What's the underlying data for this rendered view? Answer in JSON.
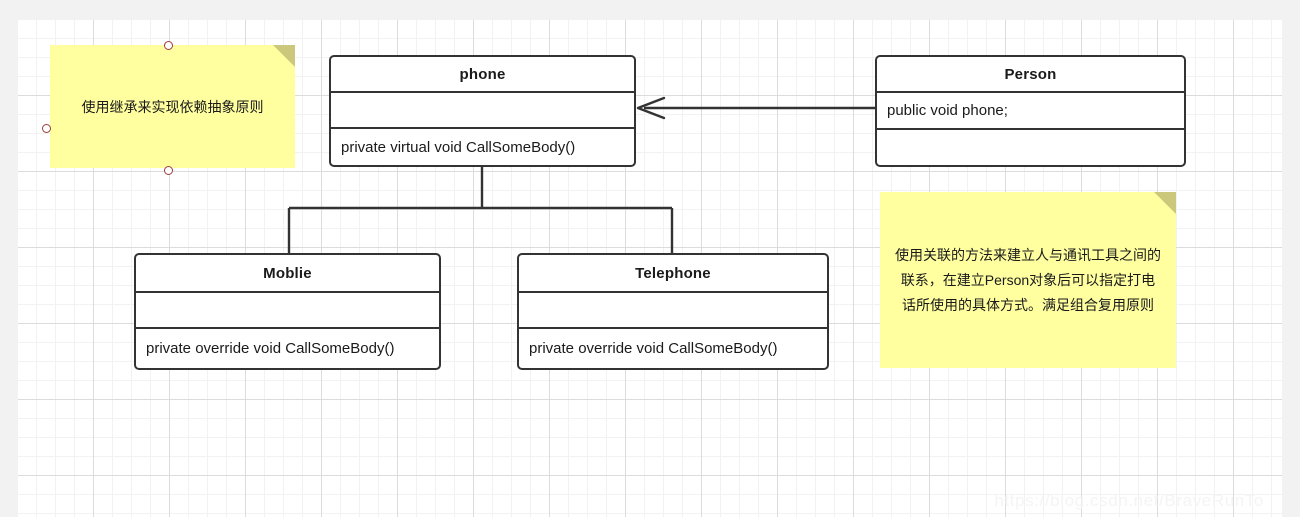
{
  "diagram": {
    "type": "uml-class-diagram",
    "classes": [
      {
        "id": "phone",
        "name": "phone",
        "attributes": "",
        "operations": "private virtual void CallSomeBody()"
      },
      {
        "id": "person",
        "name": "Person",
        "attributes": "public void phone;",
        "operations": ""
      },
      {
        "id": "moblie",
        "name": "Moblie",
        "attributes": "",
        "operations": "private override void CallSomeBody()"
      },
      {
        "id": "telephone",
        "name": "Telephone",
        "attributes": "",
        "operations": "private override void CallSomeBody()"
      }
    ],
    "notes": [
      {
        "id": "note-left",
        "text": "使用继承来实现依赖抽象原则",
        "selected": true
      },
      {
        "id": "note-right",
        "text": "使用关联的方法来建立人与通讯工具之间的联系，在建立Person对象后可以指定打电话所使用的具体方式。满足组合复用原则",
        "selected": false
      }
    ],
    "relationships": [
      {
        "id": "person-to-phone",
        "kind": "association",
        "from": "Person",
        "to": "phone",
        "arrow": "open"
      },
      {
        "id": "moblie-inherits-phone",
        "kind": "generalization",
        "from": "Moblie",
        "to": "phone",
        "arrow": "hollow-triangle"
      },
      {
        "id": "telephone-inherits-phone",
        "kind": "generalization",
        "from": "Telephone",
        "to": "phone",
        "arrow": "hollow-triangle"
      }
    ],
    "colors": {
      "note_fill": "#ffffa0",
      "note_fold": "#cbc87c",
      "line": "#333333",
      "class_fill": "#ffffff",
      "canvas": "#ffffff",
      "grid_minor": "#f2f2f2",
      "grid_major": "#dcdcdc",
      "handle_stroke": "#9e3b3b"
    }
  },
  "watermark": {
    "text": "https://blog.csdn.net/BraveRunTo"
  }
}
